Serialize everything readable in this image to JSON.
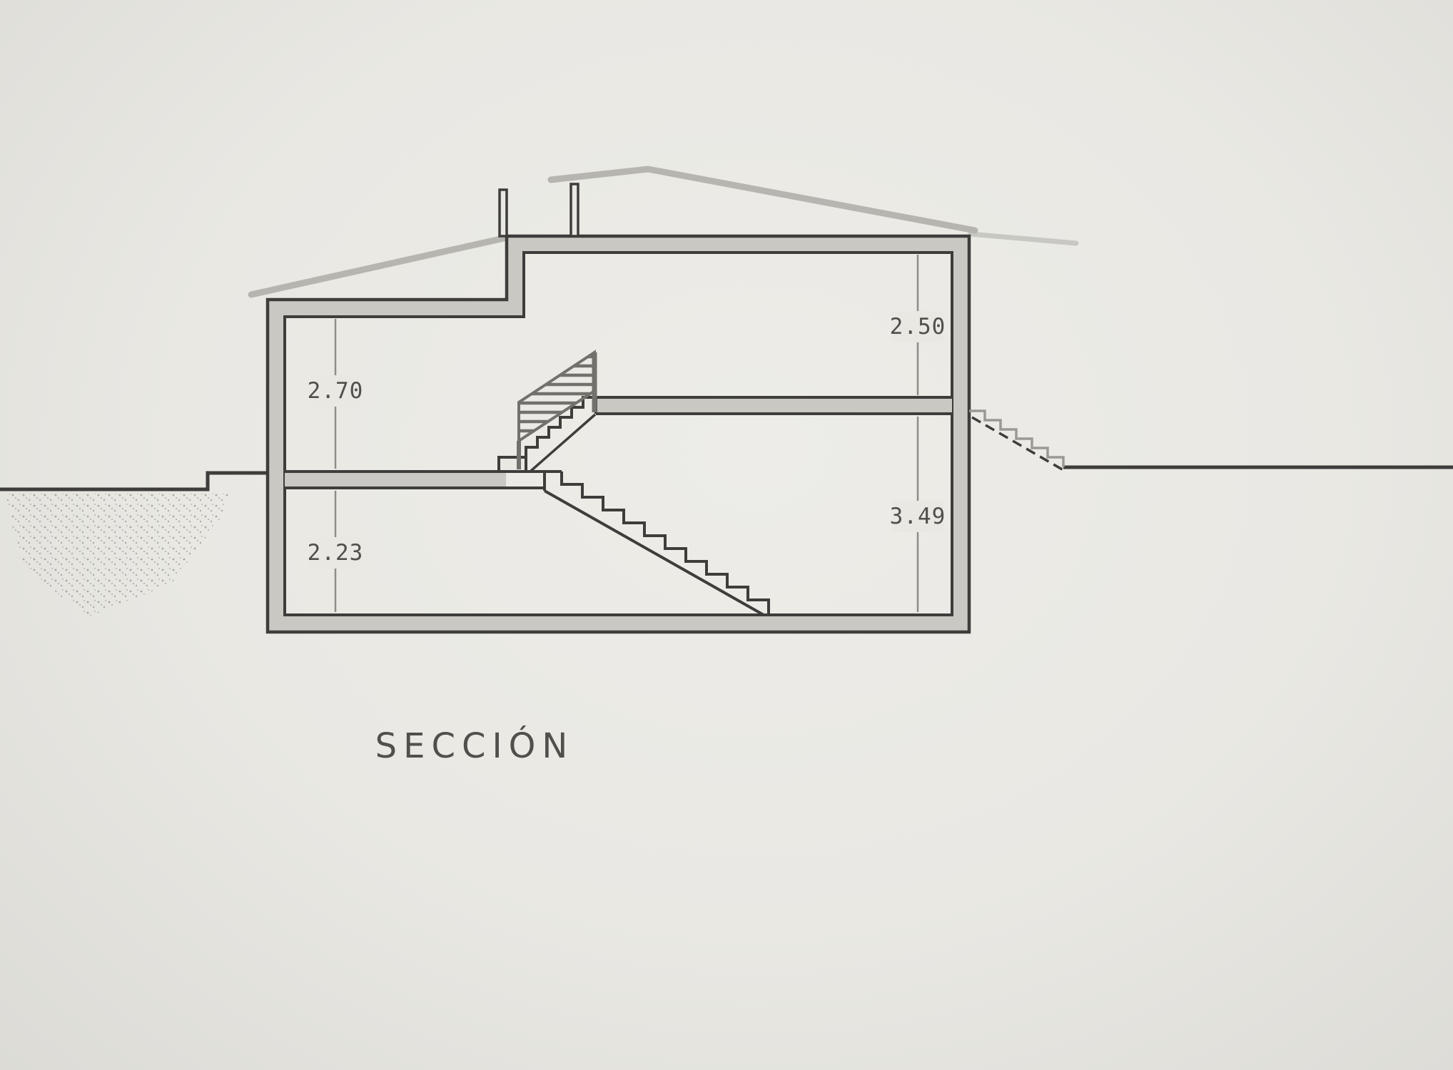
{
  "drawing": {
    "title": "SECCIÓN",
    "type": "architectural-cross-section"
  },
  "dimensions": {
    "upper_floor_left": "2.70",
    "upper_floor_right": "2.50",
    "lower_floor_left": "2.23",
    "lower_floor_right": "3.49"
  },
  "colors": {
    "paper": "#e9e8e3",
    "line": "#3e3d3b",
    "wall": "#c9c8c3",
    "faint": "#b6b5b0",
    "dim": "#8e8d88",
    "text": "#514f4b",
    "railing": "#72716c",
    "stipple": "#9b9a94"
  }
}
